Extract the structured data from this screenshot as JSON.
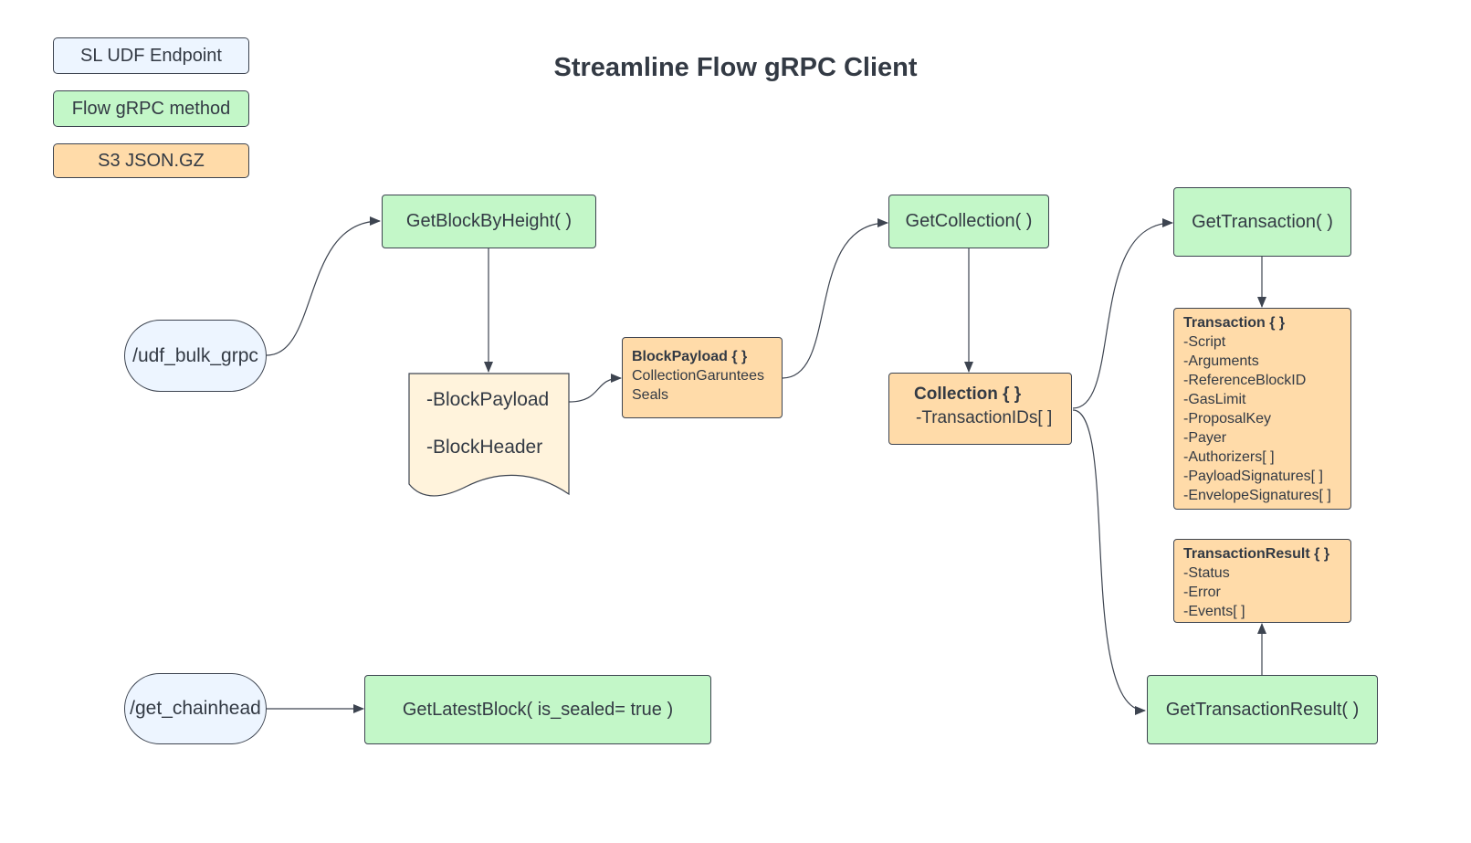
{
  "title": "Streamline Flow gRPC Client",
  "legend": {
    "endpoint": "SL UDF Endpoint",
    "method": "Flow gRPC method",
    "s3": "S3 JSON.GZ"
  },
  "endpoints": {
    "bulk": "/udf_bulk_grpc",
    "chainhead": "/get_chainhead"
  },
  "methods": {
    "get_block_by_height": "GetBlockByHeight( )",
    "get_collection": "GetCollection( )",
    "get_transaction": "GetTransaction( )",
    "get_latest_block": "GetLatestBlock( is_sealed= true )",
    "get_transaction_result": "GetTransactionResult( )"
  },
  "block_doc": {
    "line1": "-BlockPayload",
    "line2": "-BlockHeader"
  },
  "block_payload": {
    "header": "BlockPayload { }",
    "lines": [
      "CollectionGaruntees",
      "Seals"
    ]
  },
  "collection": {
    "header": "Collection { }",
    "lines": [
      "-TransactionIDs[ ]"
    ]
  },
  "transaction": {
    "header": "Transaction { }",
    "lines": [
      "-Script",
      "-Arguments",
      "-ReferenceBlockID",
      "-GasLimit",
      "-ProposalKey",
      "-Payer",
      "-Authorizers[ ]",
      "-PayloadSignatures[ ]",
      "-EnvelopeSignatures[ ]"
    ]
  },
  "transaction_result": {
    "header": "TransactionResult { }",
    "lines": [
      "-Status",
      "-Error",
      "-Events[ ]"
    ]
  },
  "colors": {
    "method_fill": "#c3f7c8",
    "s3_fill": "#ffdba9",
    "endpoint_fill": "#edf5ff",
    "doc_fill": "#fff3dc",
    "stroke": "#3d4450"
  }
}
